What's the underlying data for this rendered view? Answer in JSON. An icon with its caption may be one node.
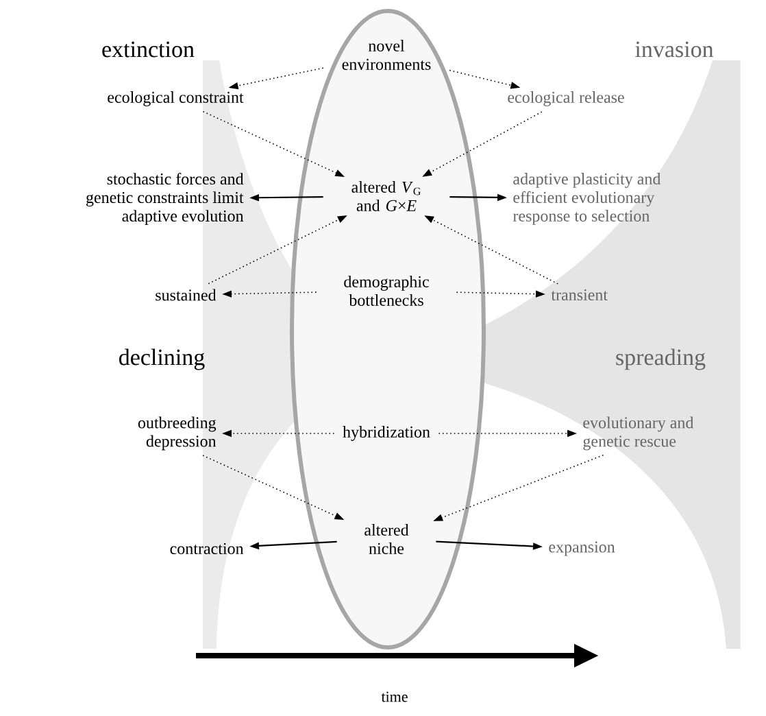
{
  "diagram": {
    "nodes": [
      {
        "text": [
          "novel environments"
        ]
      },
      {
        "text": [
          "ecological constraint"
        ]
      },
      {
        "text": [
          "ecological release"
        ]
      },
      {
        "text": [
          "altered *V*$_{G}$ and *G*×*E*"
        ]
      },
      {
        "text": [
          "stochastic forces and genetic constraints limit adaptive evolution"
        ]
      },
      {
        "text": [
          "adaptive plasticity and efficient evolutionary response to selection"
        ]
      },
      {
        "text": [
          "demographic bottlenecks"
        ]
      },
      {
        "text": [
          "sustained"
        ]
      },
      {
        "text": [
          "transient"
        ]
      },
      {
        "text": [
          "hybridization"
        ]
      },
      {
        "text": [
          "outbreeding depression"
        ]
      },
      {
        "text": [
          "evolutionary and genetic rescue"
        ]
      },
      {
        "text": [
          "altered niche"
        ]
      },
      {
        "text": [
          "contraction"
        ]
      },
      {
        "text": [
          "expansion"
        ]
      }
    ],
    "edges": [
      {
        "from": 0,
        "to": 1,
        "arrow": "to",
        "style": "dashed"
      },
      {
        "from": 0,
        "to": 2,
        "arrow": "to",
        "style": "dashed"
      },
      {
        "from": 1,
        "to": 3,
        "arrow": "to",
        "style": "dashed"
      },
      {
        "from": 2,
        "to": 3,
        "arrow": "to",
        "style": "dashed"
      },
      {
        "from": 3,
        "to": 4,
        "arrow": "to"
      },
      {
        "from": 3,
        "to": 5,
        "arrow": "to"
      },
      {
        "from": 6,
        "to": 7,
        "arrow": "to",
        "style": "dashed"
      },
      {
        "from": 6,
        "to": 8,
        "arrow": "to",
        "style": "dashed"
      },
      {
        "from": 7,
        "to": 3,
        "arrow": "to",
        "style": "dashed"
      },
      {
        "from": 8,
        "to": 3,
        "arrow": "to",
        "style": "dashed"
      },
      {
        "from": 9,
        "to": 10,
        "arrow": "to",
        "style": "dashed"
      },
      {
        "from": 9,
        "to": 11,
        "arrow": "to",
        "style": "dashed"
      },
      {
        "from": 10,
        "to": 12,
        "arrow": "to",
        "style": "dashed"
      },
      {
        "from": 11,
        "to": 12,
        "arrow": "to",
        "style": "dashed"
      },
      {
        "from": 12,
        "to": 13,
        "arrow": "to"
      },
      {
        "from": 12,
        "to": 14,
        "arrow": "to"
      }
    ],
    "labels": [
      "extinction",
      "invasion",
      "declining",
      "spreading",
      "time"
    ]
  }
}
